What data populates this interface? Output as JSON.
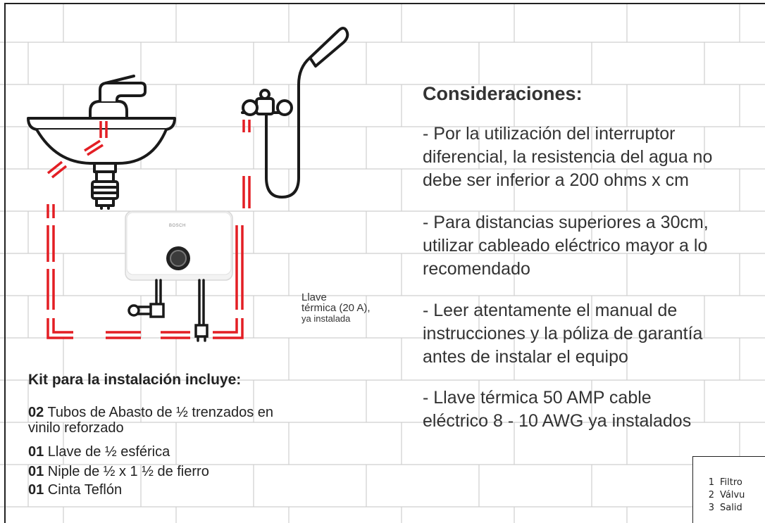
{
  "considerations": {
    "title": "Consideraciones:",
    "items": [
      "- Por la utilización del interruptor\ndiferencial, la resistencia del agua no\ndebe ser inferior a 200 ohms x cm",
      "- Para distancias superiores a 30cm,\nutilizar cableado eléctrico mayor a lo\nrecomendado",
      "- Leer atentamente el manual de\ninstrucciones y la póliza de garantía\nantes de instalar el equipo",
      "- Llave térmica 50 AMP cable\neléctrico 8 - 10 AWG ya instalados"
    ]
  },
  "breaker_note": {
    "line1": "Llave",
    "line2": "térmica (20 A),",
    "line3": "ya instalada"
  },
  "kit": {
    "title": "Kit para la instalación incluye:",
    "items": [
      {
        "qty": "02",
        "text": " Tubos de Abasto de ½ trenzados en\nvinilo reforzado"
      },
      {
        "qty": "01",
        "text": " Llave de ½ esférica"
      },
      {
        "qty": "01",
        "text": " Niple de ½ x 1 ½ de fierro"
      },
      {
        "qty": "01",
        "text": " Cinta Teflón"
      }
    ]
  },
  "parts_table": {
    "rows": [
      {
        "num": "1",
        "label": "Filtro"
      },
      {
        "num": "2",
        "label": "Válvu"
      },
      {
        "num": "3",
        "label": "Salid"
      }
    ]
  },
  "heater_brand": "BOSCH",
  "colors": {
    "pipe_red": "#e31e24",
    "grid": "#cfcfcf",
    "line": "#1a1a1a"
  }
}
